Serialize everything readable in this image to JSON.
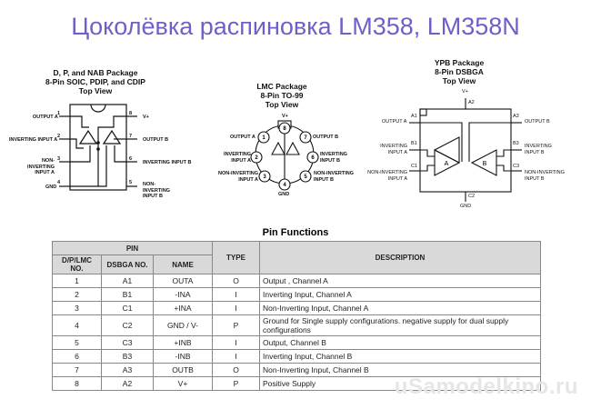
{
  "title": "Цоколёвка распиновка LM358, LM358N",
  "package_left": {
    "lines": [
      "D, P, and NAB Package",
      "8-Pin SOIC, PDIP, and CDIP",
      "Top View"
    ],
    "pins": [
      {
        "num": "1",
        "label": "OUTPUT A"
      },
      {
        "num": "2",
        "label": "INVERTING INPUT A"
      },
      {
        "num": "3",
        "label": "NON-INVERTING INPUT A"
      },
      {
        "num": "4",
        "label": "GND"
      },
      {
        "num": "5",
        "label": "NON-INVERTING INPUT B"
      },
      {
        "num": "6",
        "label": "INVERTING INPUT B"
      },
      {
        "num": "7",
        "label": "OUTPUT B"
      },
      {
        "num": "8",
        "label": "V+"
      }
    ]
  },
  "package_mid": {
    "lines": [
      "LMC Package",
      "8-Pin TO-99",
      "Top View"
    ]
  },
  "package_right": {
    "lines": [
      "YPB Package",
      "8-Pin DSBGA",
      "Top View"
    ],
    "pins": [
      {
        "num": "A1",
        "label": "OUTPUT A"
      },
      {
        "num": "B1",
        "label": "INVERTING INPUT A"
      },
      {
        "num": "C1",
        "label": "NON-INVERTING INPUT A"
      },
      {
        "num": "C2",
        "label": "GND"
      },
      {
        "num": "C3",
        "label": "NON-INVERTING INPUT B"
      },
      {
        "num": "B3",
        "label": "INVERTING INPUT B"
      },
      {
        "num": "A3",
        "label": "OUTPUT B"
      },
      {
        "num": "A2",
        "label": "V+"
      }
    ]
  },
  "amp_a": "A",
  "amp_b": "B",
  "table": {
    "title": "Pin Functions",
    "headers": {
      "pin": "PIN",
      "dp": "D/P/LMC NO.",
      "dsbga": "DSBGA NO.",
      "name": "NAME",
      "type": "TYPE",
      "desc": "DESCRIPTION"
    },
    "rows": [
      [
        "1",
        "A1",
        "OUTA",
        "O",
        "Output , Channel A"
      ],
      [
        "2",
        "B1",
        "-INA",
        "I",
        "Inverting Input, Channel A"
      ],
      [
        "3",
        "C1",
        "+INA",
        "I",
        "Non-Inverting Input, Channel A"
      ],
      [
        "4",
        "C2",
        "GND / V-",
        "P",
        "Ground for Single supply configurations. negative supply for dual supply configurations"
      ],
      [
        "5",
        "C3",
        "+INB",
        "I",
        "Output, Channel B"
      ],
      [
        "6",
        "B3",
        "-INB",
        "I",
        "Inverting Input, Channel B"
      ],
      [
        "7",
        "A3",
        "OUTB",
        "O",
        "Non-Inverting Input, Channel B"
      ],
      [
        "8",
        "A2",
        "V+",
        "P",
        "Positive Supply"
      ]
    ]
  },
  "watermark": "uSamodelkino.ru"
}
